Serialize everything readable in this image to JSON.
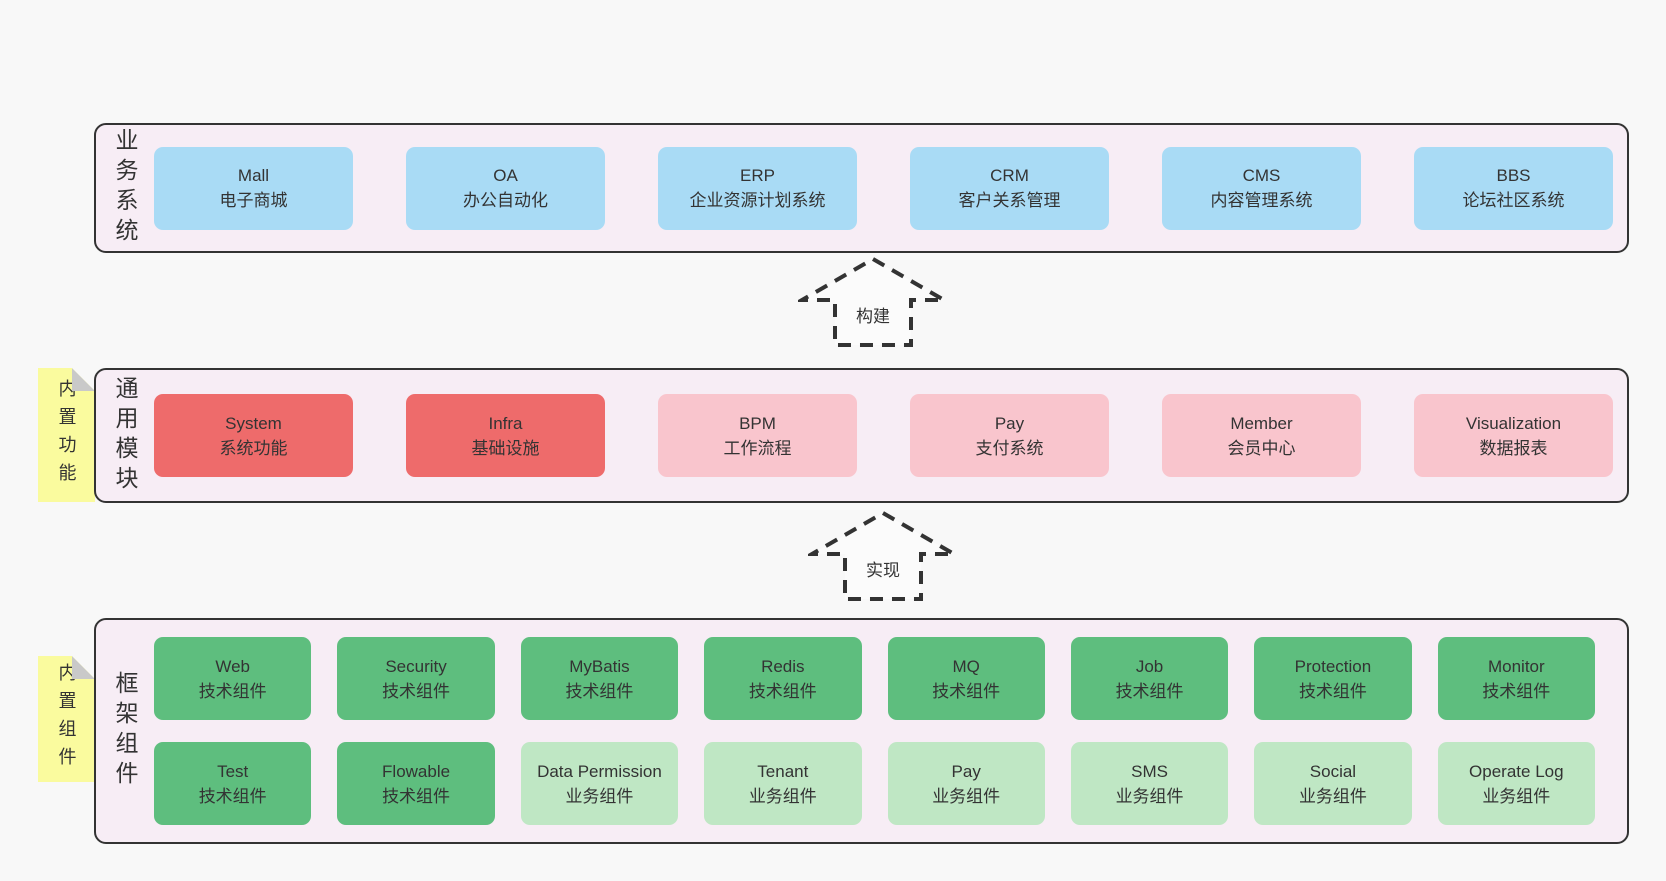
{
  "colors": {
    "page_background": "#f8f8f8",
    "band_background": "#f7edf5",
    "band_border": "#333333",
    "blue_box": "#a9dbf5",
    "red_box": "#ee6b6b",
    "pink_box": "#f9c5cd",
    "green_box": "#5ebe7e",
    "light_green_box": "#bfe7c4",
    "sticky_yellow": "#fafb9e",
    "sticky_fold_gray": "#c9c9c9",
    "text": "#333333"
  },
  "arrows": [
    {
      "label": "构建"
    },
    {
      "label": "实现"
    }
  ],
  "bands": [
    {
      "label": "业务系统",
      "rows": [
        [
          {
            "name": "Mall",
            "desc": "电子商城"
          },
          {
            "name": "OA",
            "desc": "办公自动化"
          },
          {
            "name": "ERP",
            "desc": "企业资源计划系统"
          },
          {
            "name": "CRM",
            "desc": "客户关系管理"
          },
          {
            "name": "CMS",
            "desc": "内容管理系统"
          },
          {
            "name": "BBS",
            "desc": "论坛社区系统"
          }
        ]
      ]
    },
    {
      "label": "通用模块",
      "sticky": "内置功能",
      "rows": [
        [
          {
            "name": "System",
            "desc": "系统功能"
          },
          {
            "name": "Infra",
            "desc": "基础设施"
          },
          {
            "name": "BPM",
            "desc": "工作流程"
          },
          {
            "name": "Pay",
            "desc": "支付系统"
          },
          {
            "name": "Member",
            "desc": "会员中心"
          },
          {
            "name": "Visualization",
            "desc": "数据报表"
          }
        ]
      ]
    },
    {
      "label": "框架组件",
      "sticky": "内置组件",
      "rows": [
        [
          {
            "name": "Web",
            "desc": "技术组件"
          },
          {
            "name": "Security",
            "desc": "技术组件"
          },
          {
            "name": "MyBatis",
            "desc": "技术组件"
          },
          {
            "name": "Redis",
            "desc": "技术组件"
          },
          {
            "name": "MQ",
            "desc": "技术组件"
          },
          {
            "name": "Job",
            "desc": "技术组件"
          },
          {
            "name": "Protection",
            "desc": "技术组件"
          },
          {
            "name": "Monitor",
            "desc": "技术组件"
          }
        ],
        [
          {
            "name": "Test",
            "desc": "技术组件"
          },
          {
            "name": "Flowable",
            "desc": "技术组件"
          },
          {
            "name": "Data Permission",
            "desc": "业务组件"
          },
          {
            "name": "Tenant",
            "desc": "业务组件"
          },
          {
            "name": "Pay",
            "desc": "业务组件"
          },
          {
            "name": "SMS",
            "desc": "业务组件"
          },
          {
            "name": "Social",
            "desc": "业务组件"
          },
          {
            "name": "Operate Log",
            "desc": "业务组件"
          }
        ]
      ]
    }
  ]
}
